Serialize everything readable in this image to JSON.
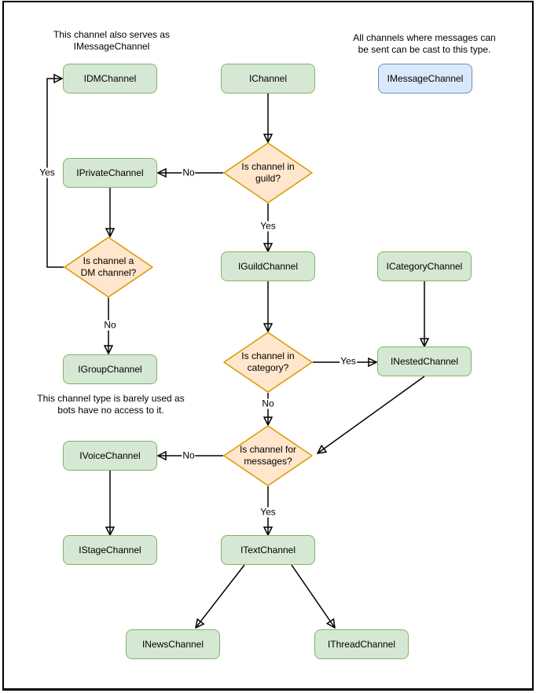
{
  "colors": {
    "green_fill": "#d5e8d4",
    "green_stroke": "#82b366",
    "orange_fill": "#ffe6cc",
    "orange_stroke": "#d79b00",
    "blue_fill": "#dae8fc",
    "blue_stroke": "#6c8ebf",
    "edge_color": "#000000",
    "frame_color": "#000000"
  },
  "nodes": {
    "idm": {
      "label": "IDMChannel"
    },
    "ichannel": {
      "label": "IChannel"
    },
    "imessage": {
      "label": "IMessageChannel"
    },
    "iprivate": {
      "label": "IPrivateChannel"
    },
    "iguild": {
      "label": "IGuildChannel"
    },
    "icategory": {
      "label": "ICategoryChannel"
    },
    "inested": {
      "label": "INestedChannel"
    },
    "igroup": {
      "label": "IGroupChannel"
    },
    "ivoice": {
      "label": "IVoiceChannel"
    },
    "itext": {
      "label": "ITextChannel"
    },
    "istage": {
      "label": "IStageChannel"
    },
    "inews": {
      "label": "INewsChannel"
    },
    "ithread": {
      "label": "IThreadChannel"
    }
  },
  "decisions": {
    "guild": {
      "line1": "Is channel in",
      "line2": "guild?"
    },
    "dm": {
      "line1": "Is channel a",
      "line2": "DM channel?"
    },
    "category": {
      "line1": "Is channel in",
      "line2": "category?"
    },
    "messages": {
      "line1": "Is channel for",
      "line2": "messages?"
    }
  },
  "edge_labels": {
    "guild_no": "No",
    "guild_yes": "Yes",
    "dm_yes": "Yes",
    "dm_no": "No",
    "category_yes": "Yes",
    "category_no": "No",
    "messages_no": "No",
    "messages_yes": "Yes"
  },
  "annotations": {
    "dm_note": {
      "line1": "This channel also serves as",
      "line2": "IMessageChannel"
    },
    "message_note": {
      "line1": "All channels where messages can",
      "line2": "be sent can be cast to this type."
    },
    "group_note": {
      "line1": "This channel type is barely used as",
      "line2": "bots have no access to it."
    }
  }
}
